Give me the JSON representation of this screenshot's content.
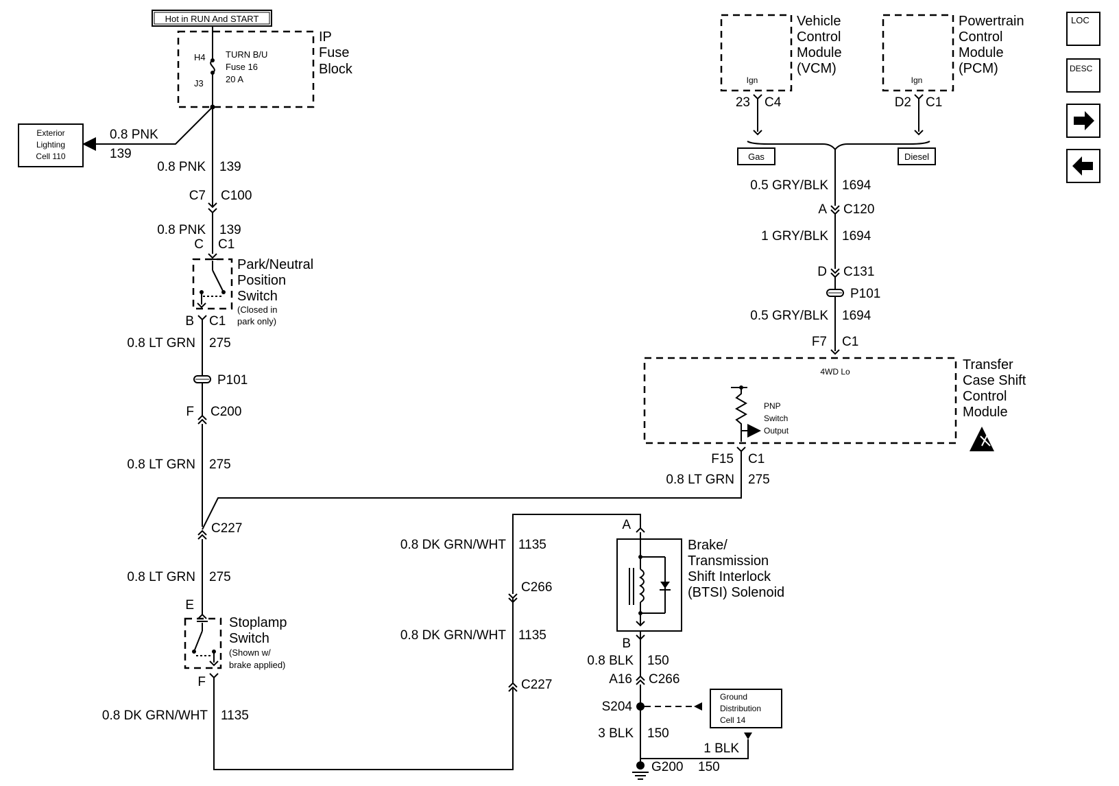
{
  "header": {
    "hot_label": "Hot in RUN And START"
  },
  "fuse_block": {
    "title": [
      "IP",
      "Fuse",
      "Block"
    ],
    "pin_top": "H4",
    "pin_bottom": "J3",
    "fuse_lines": [
      "TURN B/U",
      "Fuse 16",
      "20 A"
    ]
  },
  "exterior_lighting": {
    "lines": [
      "Exterior",
      "Lighting",
      "Cell 110"
    ],
    "wire_color": "0.8 PNK",
    "circuit": "139"
  },
  "wires": {
    "pnk_1": {
      "color": "0.8 PNK",
      "circuit": "139"
    },
    "pnk_2": {
      "color": "0.8 PNK",
      "circuit": "139"
    },
    "ltgrn_1": {
      "color": "0.8 LT GRN",
      "circuit": "275"
    },
    "ltgrn_2": {
      "color": "0.8 LT GRN",
      "circuit": "275"
    },
    "ltgrn_3": {
      "color": "0.8 LT GRN",
      "circuit": "275"
    },
    "ltgrn_4": {
      "color": "0.8 LT GRN",
      "circuit": "275"
    },
    "dkgrn_1": {
      "color": "0.8 DK GRN/WHT",
      "circuit": "1135"
    },
    "dkgrn_2": {
      "color": "0.8 DK GRN/WHT",
      "circuit": "1135"
    },
    "dkgrn_3": {
      "color": "0.8 DK GRN/WHT",
      "circuit": "1135"
    },
    "gry_1": {
      "color": "0.5 GRY/BLK",
      "circuit": "1694"
    },
    "gry_2": {
      "color": "1 GRY/BLK",
      "circuit": "1694"
    },
    "gry_3": {
      "color": "0.5 GRY/BLK",
      "circuit": "1694"
    },
    "blk_1": {
      "color": "0.8 BLK",
      "circuit": "150"
    },
    "blk_2": {
      "color": "3 BLK",
      "circuit": "150"
    },
    "blk_3": {
      "color": "1 BLK",
      "circuit": "150"
    }
  },
  "connectors": {
    "c7": "C7",
    "c100": "C100",
    "pnp_top_pin": "C",
    "pnp_top_conn": "C1",
    "pnp_bot_pin": "B",
    "pnp_bot_conn": "C1",
    "p101_left": "P101",
    "c200_pin": "F",
    "c200": "C200",
    "c227_left": "C227",
    "stop_top_pin": "E",
    "stop_bot_pin": "F",
    "c266_mid": "C266",
    "c227_mid": "C227",
    "btsi_a": "A",
    "btsi_b": "B",
    "a16": "A16",
    "c266_r": "C266",
    "s204": "S204",
    "g200": "G200",
    "vcm_pin": "23",
    "vcm_conn": "C4",
    "pcm_pin": "D2",
    "pcm_conn": "C1",
    "c120_pin": "A",
    "c120": "C120",
    "c131_pin": "D",
    "c131": "C131",
    "p101_right": "P101",
    "f7": "F7",
    "f7_conn": "C1",
    "f15": "F15",
    "f15_conn": "C1"
  },
  "pnp_switch": {
    "title": [
      "Park/Neutral",
      "Position",
      "Switch"
    ],
    "note": [
      "(Closed in",
      "park only)"
    ]
  },
  "stoplamp_switch": {
    "title": [
      "Stoplamp",
      "Switch"
    ],
    "note": [
      "(Shown w/",
      "brake applied)"
    ]
  },
  "btsi": {
    "title": [
      "Brake/",
      "Transmission",
      "Shift Interlock",
      "(BTSI) Solenoid"
    ]
  },
  "ground_dist": {
    "lines": [
      "Ground",
      "Distribution",
      "Cell 14"
    ]
  },
  "vcm": {
    "title": [
      "Vehicle",
      "Control",
      "Module",
      "(VCM)"
    ],
    "pin_label": "Ign"
  },
  "pcm": {
    "title": [
      "Powertrain",
      "Control",
      "Module",
      "(PCM)"
    ],
    "pin_label": "Ign"
  },
  "options": {
    "gas": "Gas",
    "diesel": "Diesel"
  },
  "tcscm": {
    "title": [
      "Transfer",
      "Case Shift",
      "Control",
      "Module"
    ],
    "input_label": "4WD Lo",
    "pnp_output": [
      "PNP",
      "Switch",
      "Output"
    ]
  },
  "nav": {
    "loc": "LOC",
    "desc": "DESC",
    "next": "next-arrow-icon",
    "prev": "prev-arrow-icon"
  }
}
